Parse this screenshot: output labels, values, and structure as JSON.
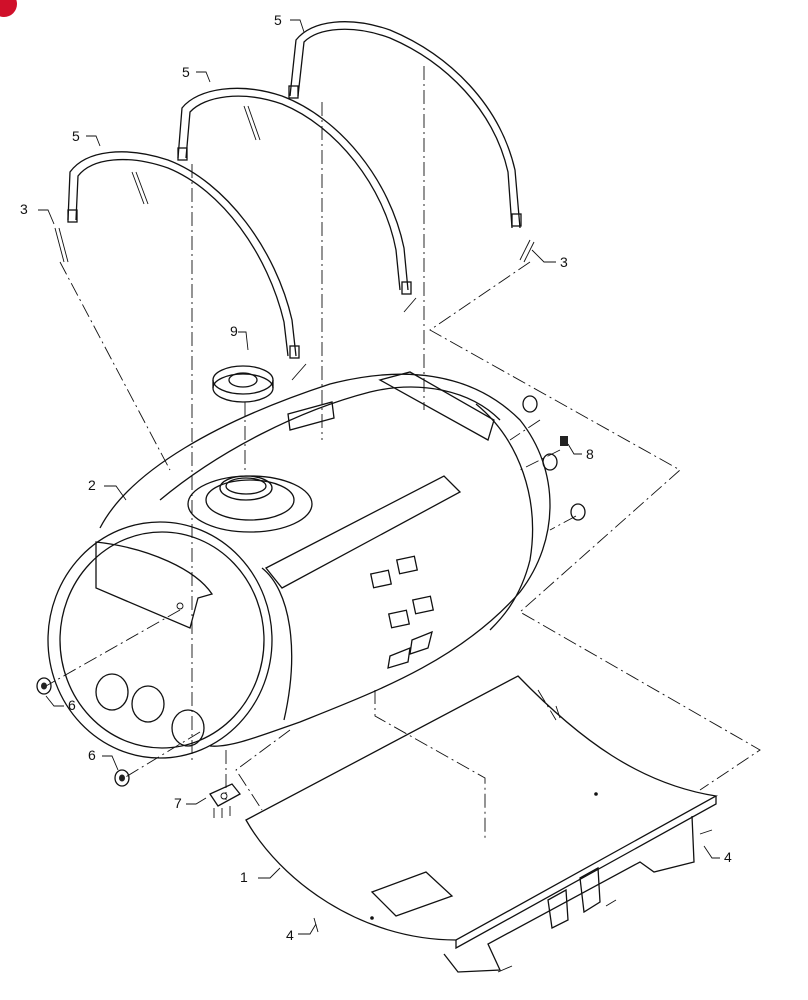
{
  "badge_color": "#d0102a",
  "callouts": {
    "c1": "1",
    "c2": "2",
    "c3a": "3",
    "c3b": "3",
    "c4a": "4",
    "c4b": "4",
    "c5a": "5",
    "c5b": "5",
    "c5c": "5",
    "c6a": "6",
    "c6b": "6",
    "c7": "7",
    "c8": "8",
    "c9": "9"
  }
}
